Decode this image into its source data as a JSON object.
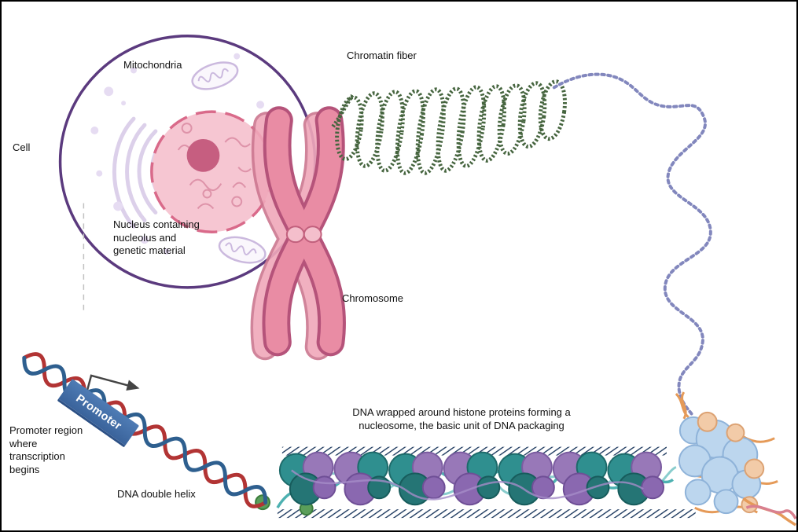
{
  "diagram": {
    "labels": {
      "cell": "Cell",
      "mitochondria": "Mitochondria",
      "chromatin_fiber": "Chromatin fiber",
      "nucleus": "Nucleus containing\nnucleolus and\ngenetic material",
      "chromosome": "Chromosome",
      "nucleosome_caption": "DNA wrapped around histone proteins forming a\nnucleosome, the basic unit of DNA packaging",
      "promoter": "Promoter",
      "promoter_region": "Promoter region\nwhere\ntranscription\nbegins",
      "dna_double_helix": "DNA double helix"
    },
    "colors": {
      "cell_membrane": "#5b3a7e",
      "nucleus_fill": "#f6c6d2",
      "nucleus_border": "#d96a8a",
      "nucleolus": "#c65e80",
      "chromosome_fill": "#e98ca4",
      "chromosome_outline": "#b5537a",
      "chromatin_coil_green": "#46653f",
      "chromatin_loop_blue": "#8287bd",
      "histone_teal": "#2f8f8f",
      "histone_purple": "#9878b8",
      "histone_lightblue": "#bcd6ee",
      "histone_tan": "#f2cba8",
      "dna_red": "#b23434",
      "dna_blue": "#2e5f8f",
      "promoter_banner_blue": "#3f6fae",
      "organelle_purple": "#cbb9de"
    }
  }
}
